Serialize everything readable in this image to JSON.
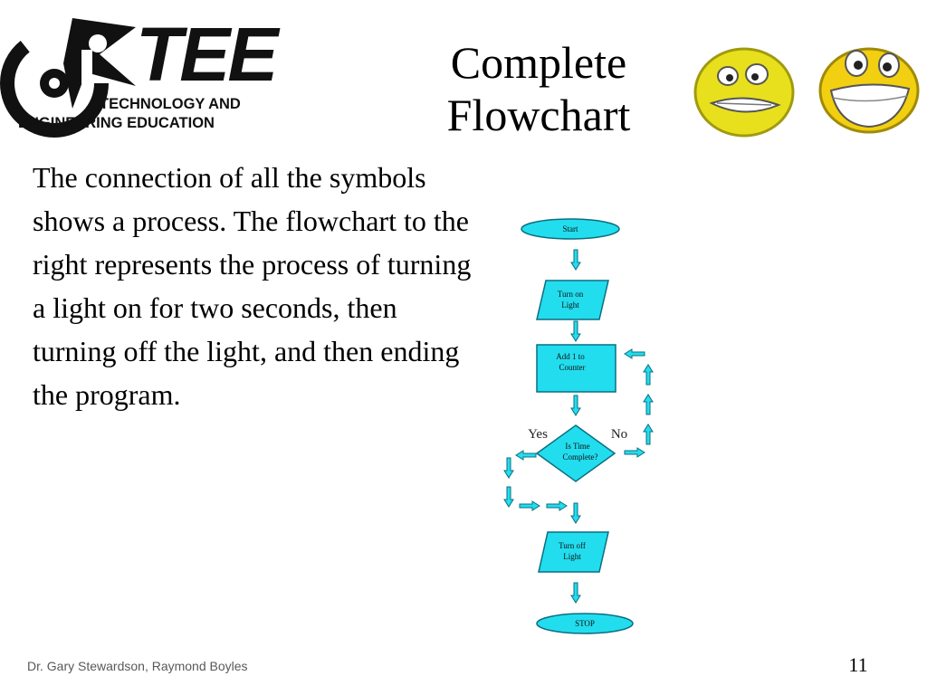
{
  "logo": {
    "main": "TEE",
    "line1": "TECHNOLOGY  AND",
    "line2": "ENGINEERING EDUCATION"
  },
  "slide": {
    "title_line1": "Complete",
    "title_line2": "Flowchart",
    "body": "The connection of all the symbols shows a process. The flowchart to the right represents the process of turning a light on for two seconds, then turning off the light, and then ending the program.",
    "footer": "Dr. Gary Stewardson, Raymond Boyles",
    "page_number": "11"
  },
  "flowchart": {
    "fill_color": "#22ddee",
    "stroke_color": "#0a6f80",
    "start": "Start",
    "turn_on_1": "Turn on",
    "turn_on_2": "Light",
    "add_1": "Add 1 to",
    "add_2": "Counter",
    "decision_1": "Is Time",
    "decision_2": "Complete?",
    "yes": "Yes",
    "no": "No",
    "turn_off_1": "Turn off",
    "turn_off_2": "Light",
    "stop": "STOP"
  }
}
